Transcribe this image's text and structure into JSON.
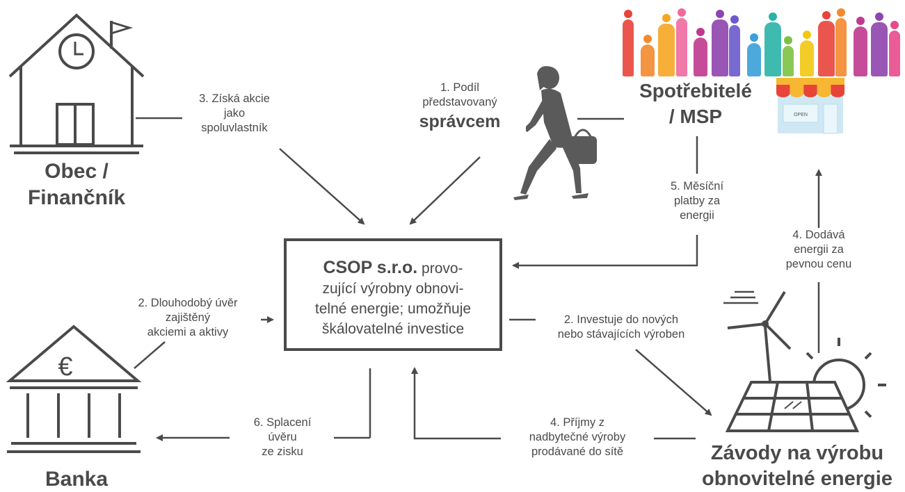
{
  "nodes": {
    "obec": "Obec /\nFinančník",
    "spotrebitele": "Spotřebitelé\n/ MSP",
    "banka": "Banka",
    "zavody": "Závody na výrobu\nobnovitelné energie",
    "center_bold": "CSOP s.r.o.",
    "center_line1": "provo-",
    "center_line2": "zující výrobny obnovi-",
    "center_line3": "telné energie; umožňuje",
    "center_line4": "škálovatelné investice"
  },
  "edges": {
    "e3": "3. Získá akcie\njako\nspoluvlastník",
    "e1_line1": "1. Podíl",
    "e1_line2": "představovaný",
    "e1_bold": "správcem",
    "e5": "5. Měsíční\nplatby za\nenergii",
    "e4_supply": "4. Dodává\nenergii za\npevnou cenu",
    "e2_loan": "2. Dlouhodobý úvěr\nzajištěný\nakciemi a aktivy",
    "e2_invest": "2. Investuje do nových\nnebo stávajících výroben",
    "e6": "6. Splacení\núvěru\nze zisku",
    "e4_income": "4. Příjmy z\nnadbytečné výroby\nprodávané do sítě"
  },
  "icons": {
    "shop_sign": "OPEN",
    "euro": "€"
  },
  "colors": {
    "line": "#4a4a4a",
    "crowd": [
      "#e8443a",
      "#f28a2e",
      "#f5a623",
      "#f06aa0",
      "#c0398f",
      "#8e44ad",
      "#6a5acd",
      "#3aa0d8",
      "#2ab3a6",
      "#7cc242",
      "#f2c80f",
      "#e8443a",
      "#f28a2e",
      "#c0398f",
      "#8e44ad",
      "#e84a8a"
    ]
  }
}
